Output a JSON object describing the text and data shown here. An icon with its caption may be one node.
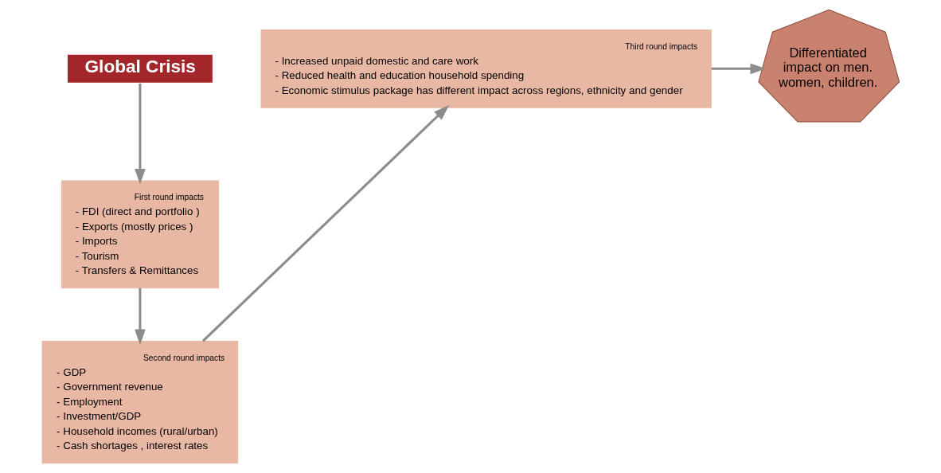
{
  "diagram": {
    "nodes": [
      {
        "text": [
          "Global Crisis"
        ]
      },
      {
        "text": [
          "First round impacts",
          "- FDI (direct and portfolio )",
          "- Exports (mostly prices )",
          "- Imports",
          "- Tourism",
          "- Transfers & Remittances"
        ]
      },
      {
        "text": [
          "Second round impacts",
          "- GDP",
          "- Government revenue",
          "- Employment",
          "- Investment/GDP",
          "- Household incomes (rural/urban)",
          "- Cash shortages , interest rates"
        ]
      },
      {
        "text": [
          "Third round impacts",
          "- Increased unpaid domestic and care work",
          "- Reduced health and education household spending",
          "- Economic stimulus package has different impact across regions, ethnicity and gender"
        ]
      },
      {
        "text": [
          "Differentiated impact on men. women, children."
        ]
      }
    ],
    "edges": [
      {
        "from": 0,
        "to": 1,
        "arrow": "to"
      },
      {
        "from": 1,
        "to": 2,
        "arrow": "to"
      },
      {
        "from": 2,
        "to": 3,
        "arrow": "to"
      },
      {
        "from": 3,
        "to": 4,
        "arrow": "to"
      }
    ]
  }
}
